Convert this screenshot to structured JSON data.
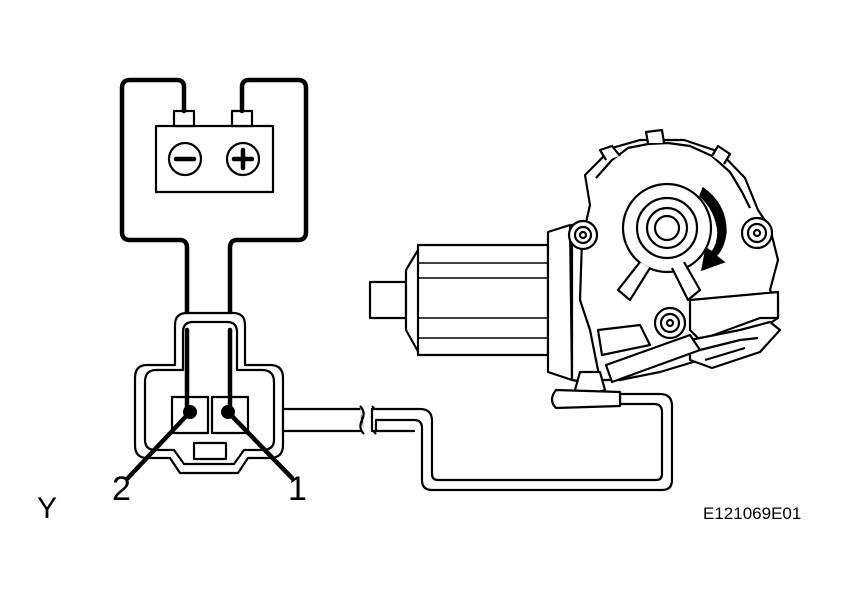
{
  "labels": {
    "terminal_2": "2",
    "terminal_1": "1",
    "view": "Y",
    "figure_code": "E121069E01"
  },
  "battery": {
    "negative_symbol": "−",
    "positive_symbol": "+"
  },
  "colors": {
    "line": "#000000",
    "background": "#ffffff"
  }
}
